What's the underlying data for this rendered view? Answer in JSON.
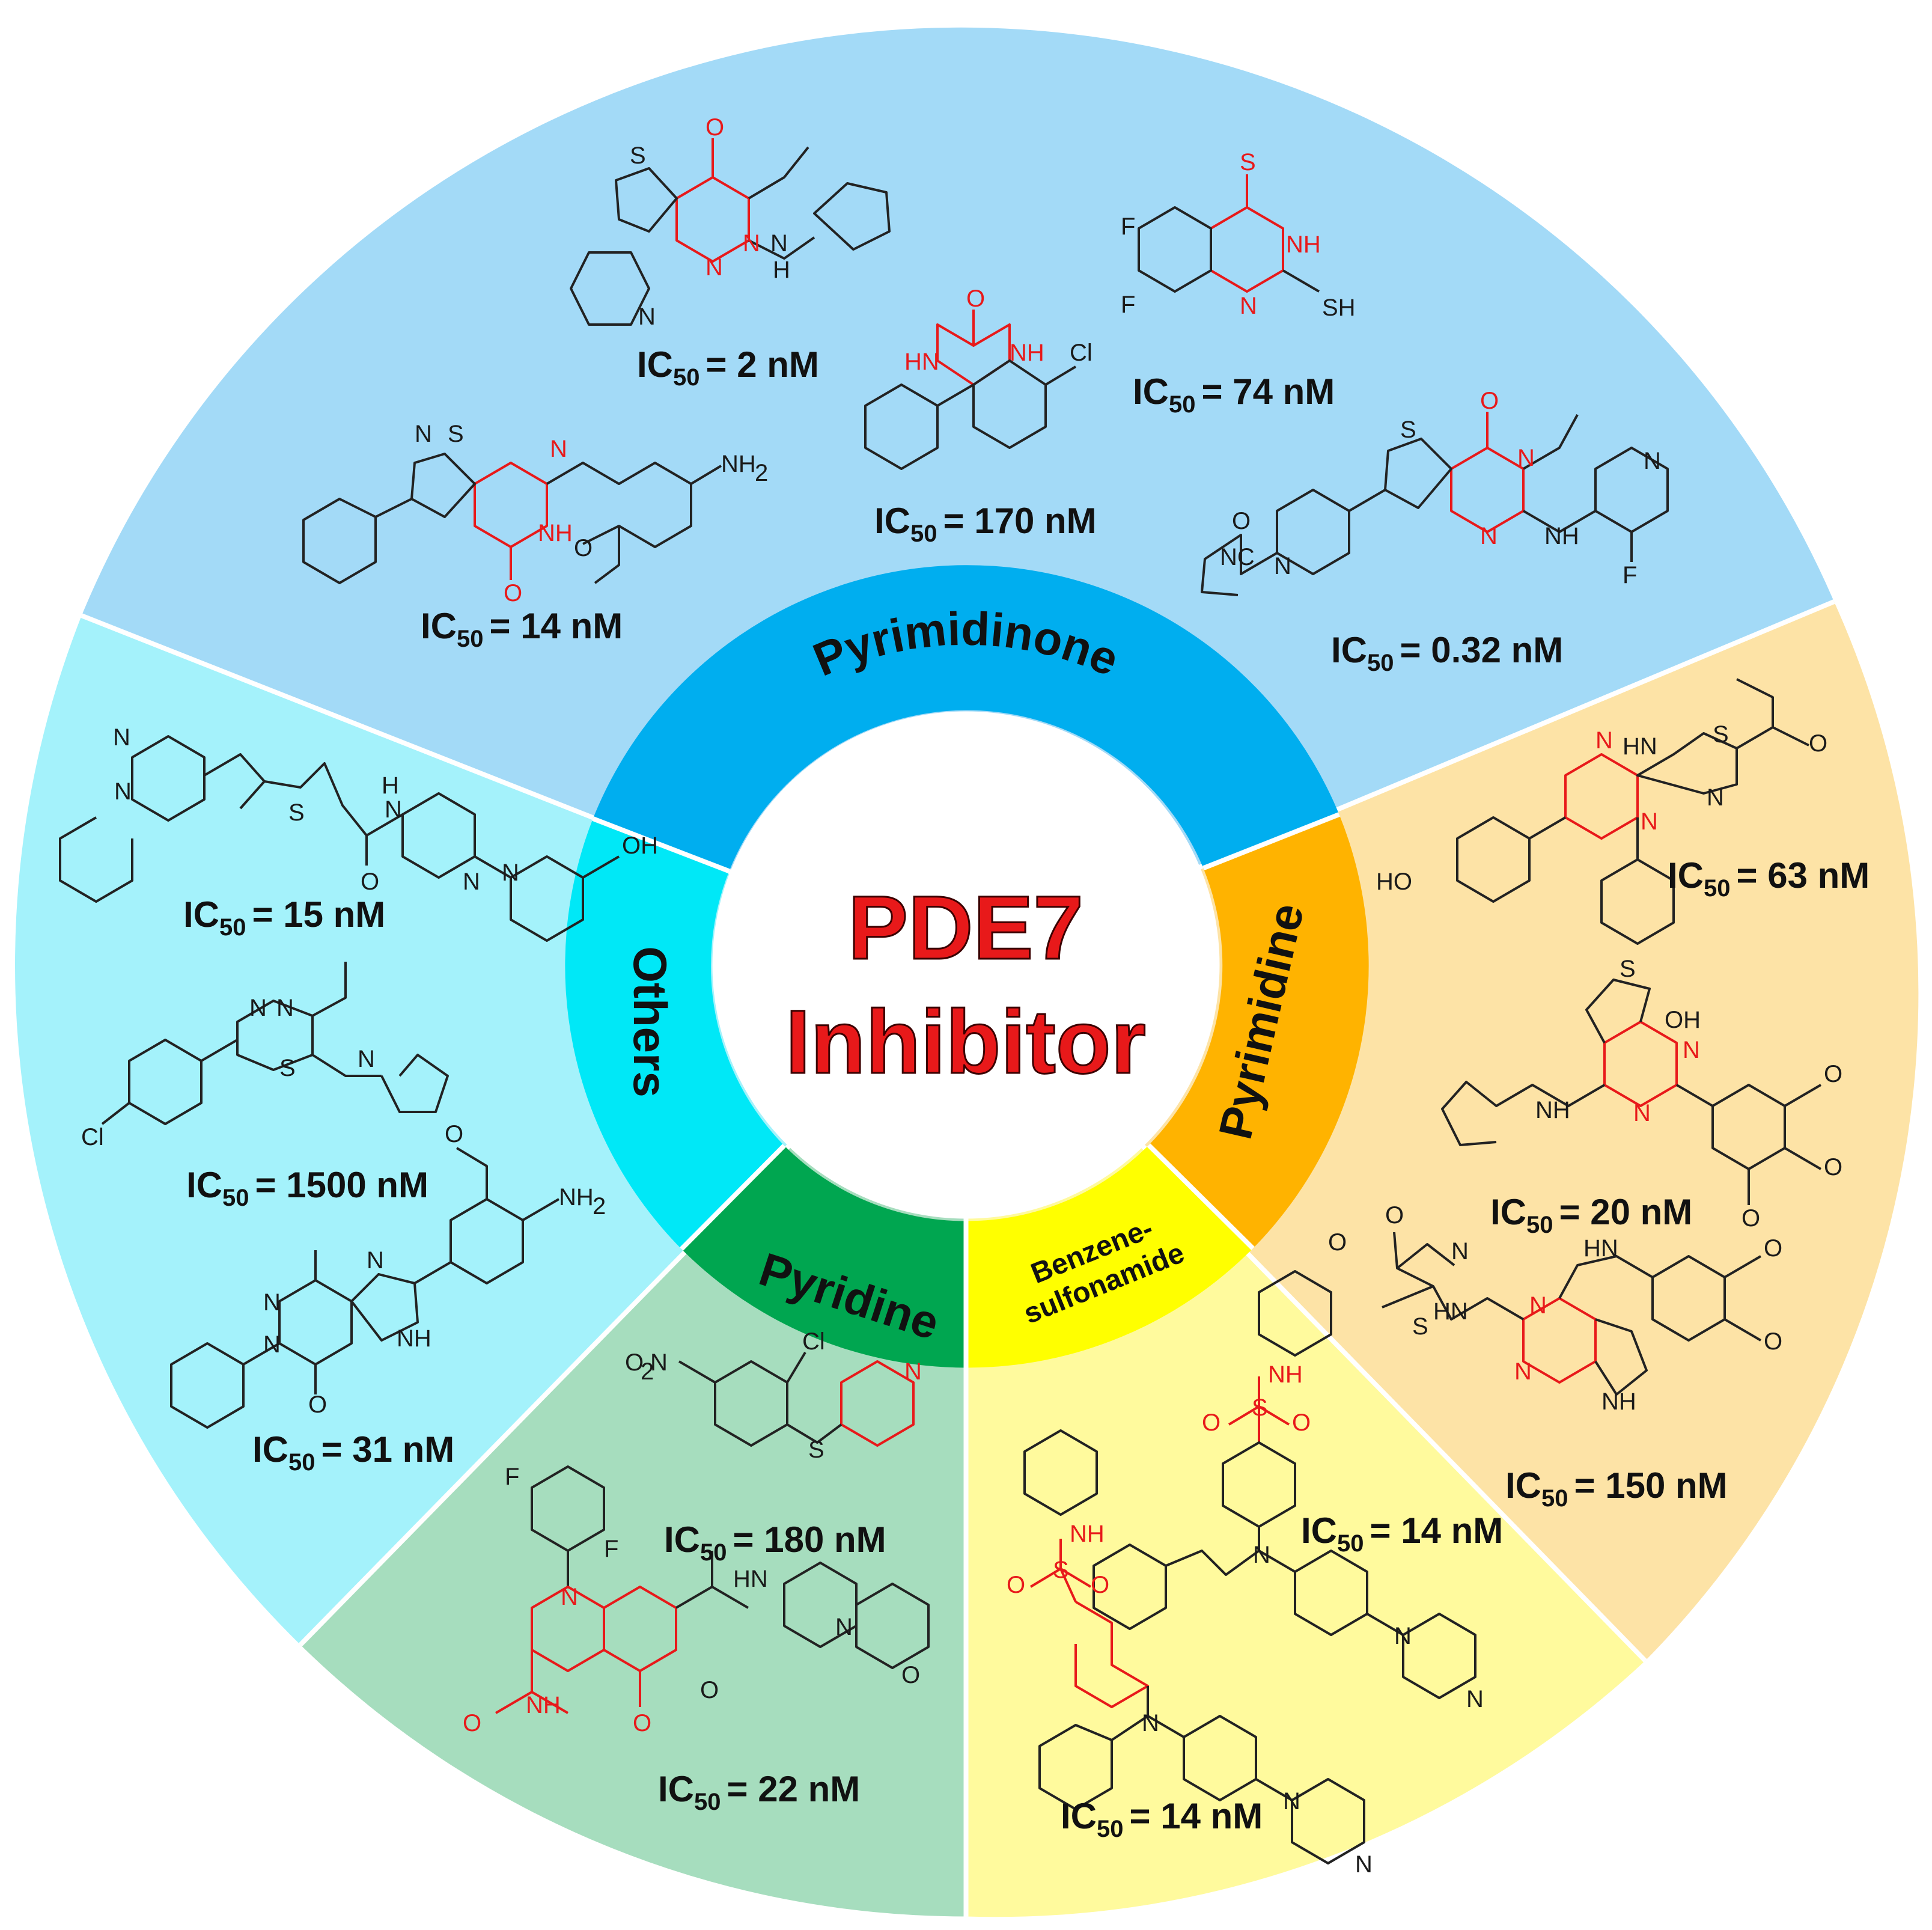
{
  "center": {
    "line1": "PDE7",
    "line2": "Inhibitor",
    "color": "#e8191a"
  },
  "categories": {
    "pyrimidinone": "Pyrimidinone",
    "pyrimidine": "Pyrimidine",
    "benzenesulfonamide_line1": "Benzene-",
    "benzenesulfonamide_line2": "sulfonamide",
    "pyridine": "Pyridine",
    "others": "Others"
  },
  "colors": {
    "pyrimidinone_sector": "#a3daf7",
    "pyrimidinone_band": "#00aeef",
    "pyrimidine_sector": "#fde3a6",
    "pyrimidine_band": "#ffb300",
    "benzenesulfonamide_sector": "#fffa9d",
    "benzenesulfonamide_band": "#ffff00",
    "pyridine_sector": "#a6ddbe",
    "pyridine_band": "#00a650",
    "others_sector": "#a4f2fb",
    "others_band": "#00e8f7",
    "scaffold_highlight": "#e8191a"
  },
  "compounds": {
    "pyrimidinone": [
      {
        "ic50_prefix": "IC",
        "ic50_sub": "50",
        "ic50_value": "= 2 nM"
      },
      {
        "ic50_prefix": "IC",
        "ic50_sub": "50",
        "ic50_value": "= 74 nM"
      },
      {
        "ic50_prefix": "IC",
        "ic50_sub": "50",
        "ic50_value": "= 170 nM"
      },
      {
        "ic50_prefix": "IC",
        "ic50_sub": "50",
        "ic50_value": "= 14 nM"
      },
      {
        "ic50_prefix": "IC",
        "ic50_sub": "50",
        "ic50_value": "= 0.32 nM"
      }
    ],
    "pyrimidine": [
      {
        "ic50_prefix": "IC",
        "ic50_sub": "50",
        "ic50_value": "= 63 nM"
      },
      {
        "ic50_prefix": "IC",
        "ic50_sub": "50",
        "ic50_value": "= 20 nM"
      },
      {
        "ic50_prefix": "IC",
        "ic50_sub": "50",
        "ic50_value": "= 150 nM"
      }
    ],
    "benzenesulfonamide": [
      {
        "ic50_prefix": "IC",
        "ic50_sub": "50",
        "ic50_value": "= 14 nM"
      },
      {
        "ic50_prefix": "IC",
        "ic50_sub": "50",
        "ic50_value": "= 14 nM"
      }
    ],
    "pyridine": [
      {
        "ic50_prefix": "IC",
        "ic50_sub": "50",
        "ic50_value": "= 180 nM"
      },
      {
        "ic50_prefix": "IC",
        "ic50_sub": "50",
        "ic50_value": "= 22 nM"
      }
    ],
    "others": [
      {
        "ic50_prefix": "IC",
        "ic50_sub": "50",
        "ic50_value": "= 15 nM"
      },
      {
        "ic50_prefix": "IC",
        "ic50_sub": "50",
        "ic50_value": "= 1500 nM"
      },
      {
        "ic50_prefix": "IC",
        "ic50_sub": "50",
        "ic50_value": "= 31 nM"
      }
    ]
  },
  "atom_labels": {
    "O": "O",
    "N": "N",
    "S": "S",
    "H": "H",
    "NH": "NH",
    "HN": "HN",
    "F": "F",
    "Cl": "Cl",
    "SH": "SH",
    "NC": "NC",
    "OH": "OH",
    "HO": "HO",
    "NH2": "NH",
    "two": "2",
    "O2N_prefix": "O",
    "O2N_suffix": "N"
  }
}
